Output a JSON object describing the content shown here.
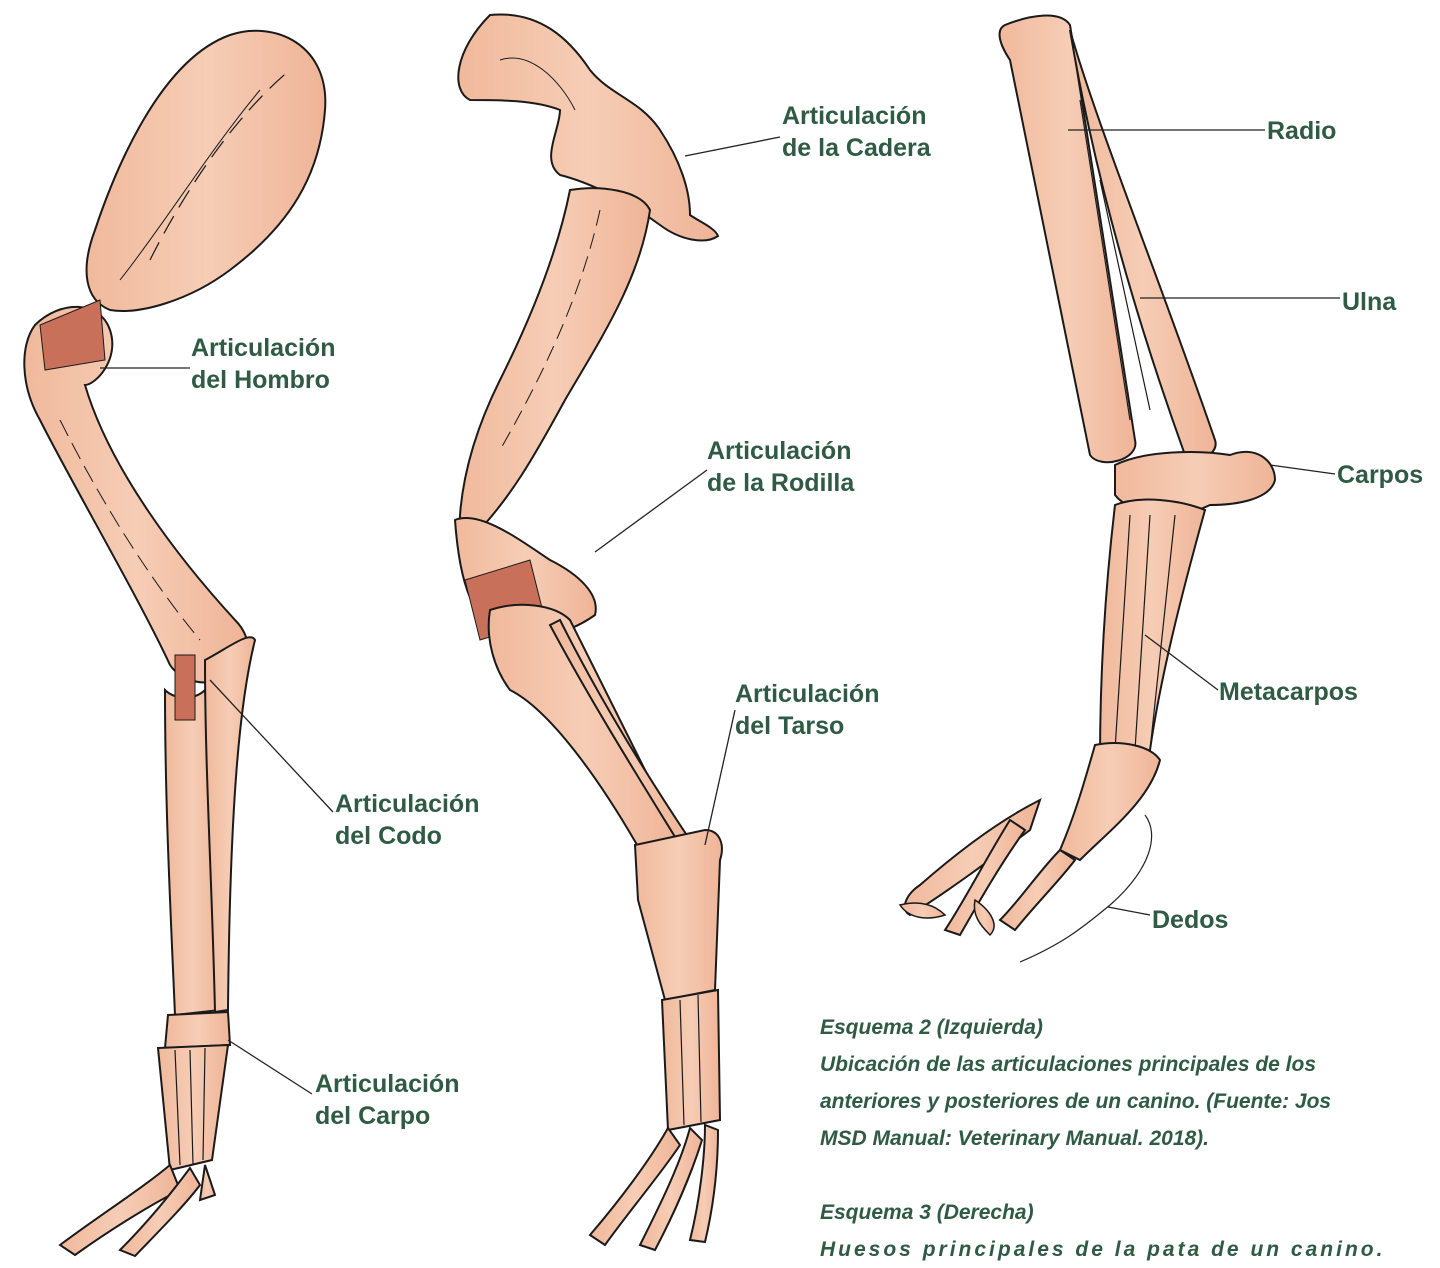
{
  "colors": {
    "label": "#2f5a43",
    "bone_fill": "#f3c3a8",
    "bone_shade": "#e9a88a",
    "bone_stroke": "#1a1a1a",
    "muscle": "#c9705a",
    "leader_line": "#222222"
  },
  "diagrams": {
    "forelimb": {
      "labels": [
        {
          "id": "hombro",
          "lines": [
            "Articulación",
            "del Hombro"
          ]
        },
        {
          "id": "codo",
          "lines": [
            "Articulación",
            "del Codo"
          ]
        },
        {
          "id": "carpo",
          "lines": [
            "Articulación",
            "del Carpo"
          ]
        }
      ]
    },
    "hindlimb": {
      "labels": [
        {
          "id": "cadera",
          "lines": [
            "Articulación",
            "de la Cadera"
          ]
        },
        {
          "id": "rodilla",
          "lines": [
            "Articulación",
            "de la Rodilla"
          ]
        },
        {
          "id": "tarso",
          "lines": [
            "Articulación",
            "del Tarso"
          ]
        }
      ]
    },
    "paw": {
      "labels": [
        {
          "id": "radio",
          "text": "Radio"
        },
        {
          "id": "ulna",
          "text": "Ulna"
        },
        {
          "id": "carpos",
          "text": "Carpos"
        },
        {
          "id": "metacarpos",
          "text": "Metacarpos"
        },
        {
          "id": "dedos",
          "text": "Dedos"
        }
      ]
    }
  },
  "captions": {
    "esquema2": {
      "title": "Esquema 2 (Izquierda)",
      "lines": [
        "Ubicación de las articulaciones principales de los",
        "anteriores y posteriores de un canino. (Fuente: Jos",
        "MSD Manual: Veterinary Manual. 2018)."
      ]
    },
    "esquema3": {
      "title": "Esquema 3 (Derecha)",
      "lines": [
        "Huesos principales de la pata de un canino."
      ]
    }
  }
}
